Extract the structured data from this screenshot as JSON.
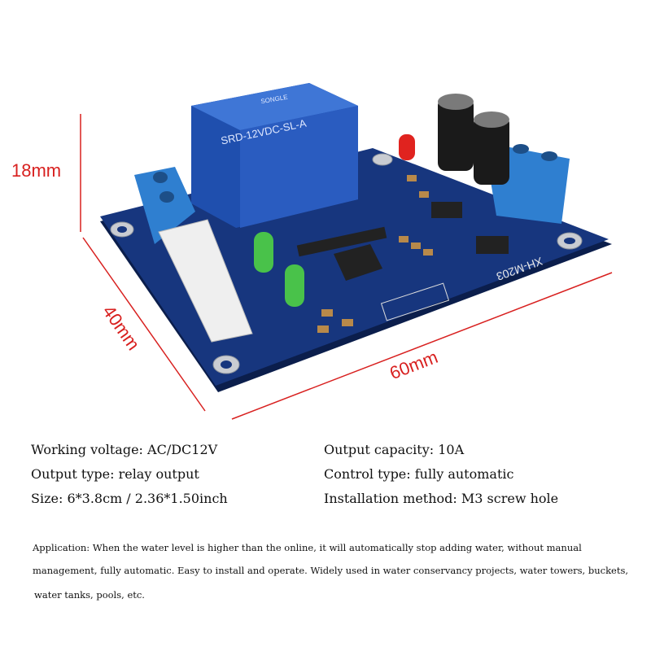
{
  "dimensions": {
    "height": "18mm",
    "width": "40mm",
    "length": "60mm"
  },
  "board": {
    "model_label": "XH-M203",
    "relay_brand": "SONGLE",
    "relay_model": "SRD-12VDC-SL-A"
  },
  "specs": {
    "left": [
      "Working voltage: AC/DC12V",
      "Output type: relay output",
      "Size: 6*3.8cm / 2.36*1.50inch"
    ],
    "right": [
      "Output capacity: 10A",
      "Control type: fully automatic",
      "Installation method: M3 screw hole"
    ]
  },
  "application": [
    "Application: When the water level is higher than the online, it will automatically stop adding water, without manual",
    "management, fully automatic. Easy to install and operate. Widely used in water conservancy projects, water towers, buckets,",
    "water tanks, pools, etc."
  ],
  "colors": {
    "dimension": "#d8201f",
    "pcb": "#17367e",
    "relay": "#2a5cc0",
    "terminal": "#2f7fd0"
  }
}
